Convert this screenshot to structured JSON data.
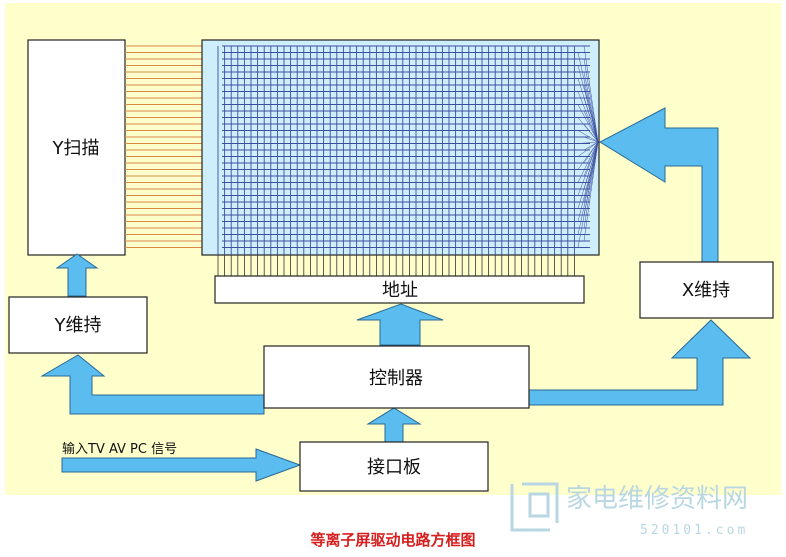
{
  "colors": {
    "background": "#ffffcc",
    "arrow": "#5bbcf0",
    "arrow_stroke": "#2a6a94",
    "y_lines": "#d98a4a",
    "grid_lines": "#3b4fa0",
    "panel_fill": "#cfeefb",
    "caption": "#d62020"
  },
  "blocks": {
    "y_scan": "Y扫描",
    "y_sustain": "Y维持",
    "address": "地址",
    "controller": "控制器",
    "x_sustain": "X维持",
    "interface_board": "接口板"
  },
  "input_label": "输入TV AV PC 信号",
  "caption": "等离子屏驱动电路方框图",
  "watermark": {
    "text": "家电维修资料网",
    "url": "520101.com"
  }
}
